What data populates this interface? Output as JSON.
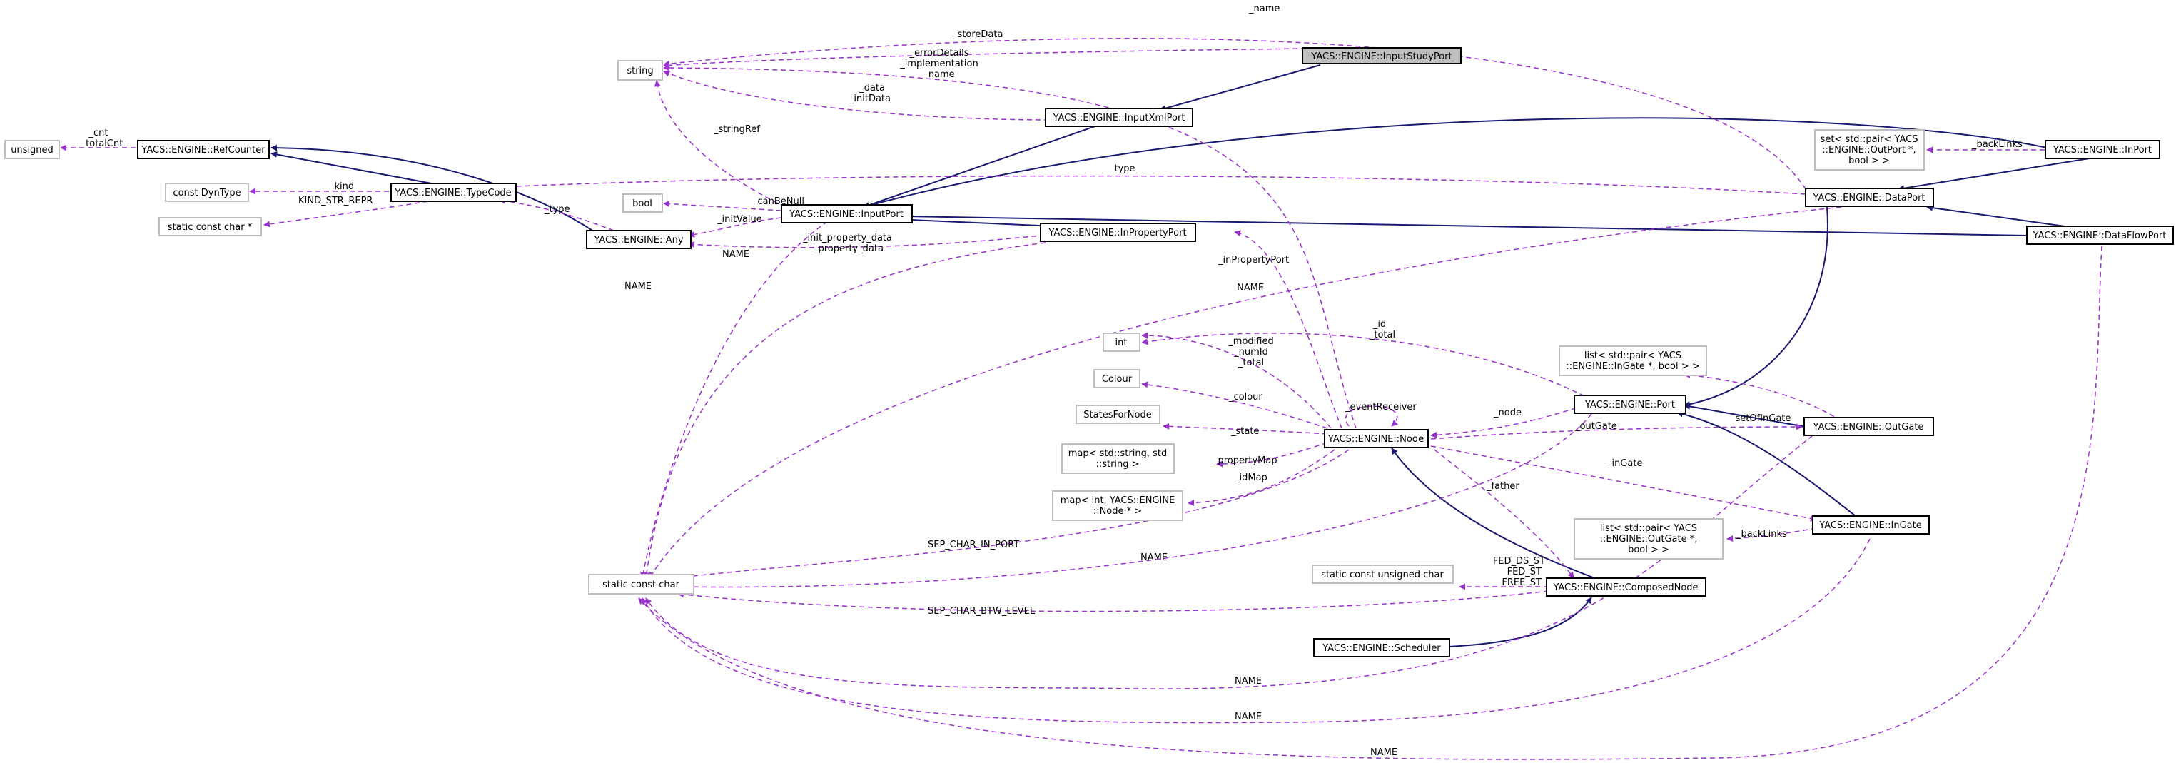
{
  "colors": {
    "inheritance_edge": "#191970",
    "usage_edge": "#9a32cd",
    "focus_fill": "#bfbfbf",
    "external_border": "#bfbfbf",
    "node_border": "#000000"
  },
  "nodes": {
    "input_study_port": "YACS::ENGINE::InputStudyPort",
    "string": "string",
    "input_xml_port": "YACS::ENGINE::InputXmlPort",
    "unsigned": "unsigned",
    "ref_counter": "YACS::ENGINE::RefCounter",
    "const_dyntype": "const DynType",
    "type_code": "YACS::ENGINE::TypeCode",
    "static_const_char_ptr": "static const char *",
    "bool": "bool",
    "input_port": "YACS::ENGINE::InputPort",
    "any": "YACS::ENGINE::Any",
    "in_property_port": "YACS::ENGINE::InPropertyPort",
    "set_outport": [
      "set< std::pair< YACS",
      "::ENGINE::OutPort *,",
      "bool > >"
    ],
    "in_port": "YACS::ENGINE::InPort",
    "data_port": "YACS::ENGINE::DataPort",
    "data_flow_port": "YACS::ENGINE::DataFlowPort",
    "int": "int",
    "colour": "Colour",
    "states_for_node": "StatesForNode",
    "map_string": [
      "map< std::string, std",
      "::string >"
    ],
    "map_int_node": [
      "map< int, YACS::ENGINE",
      "::Node * >"
    ],
    "node": "YACS::ENGINE::Node",
    "list_ingate": [
      "list< std::pair< YACS",
      "::ENGINE::InGate *, bool > >"
    ],
    "port": "YACS::ENGINE::Port",
    "out_gate": "YACS::ENGINE::OutGate",
    "list_outgate": [
      "list< std::pair< YACS",
      "::ENGINE::OutGate *,",
      "bool > >"
    ],
    "in_gate": "YACS::ENGINE::InGate",
    "static_const_char": "static const char",
    "static_const_unsigned_char": "static const unsigned char",
    "composed_node": "YACS::ENGINE::ComposedNode",
    "scheduler": "YACS::ENGINE::Scheduler"
  },
  "edge_labels": {
    "name_top": "_name",
    "store_data": "_storeData",
    "error_details": [
      "_errorDetails",
      "_implementation",
      "_name"
    ],
    "data_init": [
      "_data",
      "_initData"
    ],
    "cnt_total": [
      "_cnt",
      "_totalCnt"
    ],
    "string_ref": "_stringRef",
    "kind": "_kind",
    "kind_str_repr": "KIND_STR_REPR",
    "type_any": "_type",
    "can_be_null": "_canBeNull",
    "init_value": "_initValue",
    "name_any": "NAME",
    "init_property": [
      "_init_property_data",
      "_property_data"
    ],
    "name_inputport": "NAME",
    "type_datatype": "_type",
    "back_links_inport": "_backLinks",
    "in_property_port": "_inPropertyPort",
    "name_dataport": "NAME",
    "modified": [
      "_modified",
      "_numId",
      "_total"
    ],
    "id_total": [
      "_id",
      "_total"
    ],
    "colour": "_colour",
    "state": "_state",
    "event_receiver": "_eventReceiver",
    "node": "_node",
    "set_of_in_gate": "_setOfInGate",
    "out_gate": "_outGate",
    "property_map": "_propertyMap",
    "id_map": "_idMap",
    "in_gate": "_inGate",
    "father": "_father",
    "back_links_ingate": "_backLinks",
    "sep_char_in_port": "SEP_CHAR_IN_PORT",
    "name_node": "NAME",
    "fed": [
      "FED_DS_ST",
      "FED_ST",
      "FREE_ST"
    ],
    "sep_char_btw_level": "SEP_CHAR_BTW_LEVEL",
    "name_outgate": "NAME",
    "name_ingate": "NAME",
    "name_dataflowport": "NAME"
  }
}
